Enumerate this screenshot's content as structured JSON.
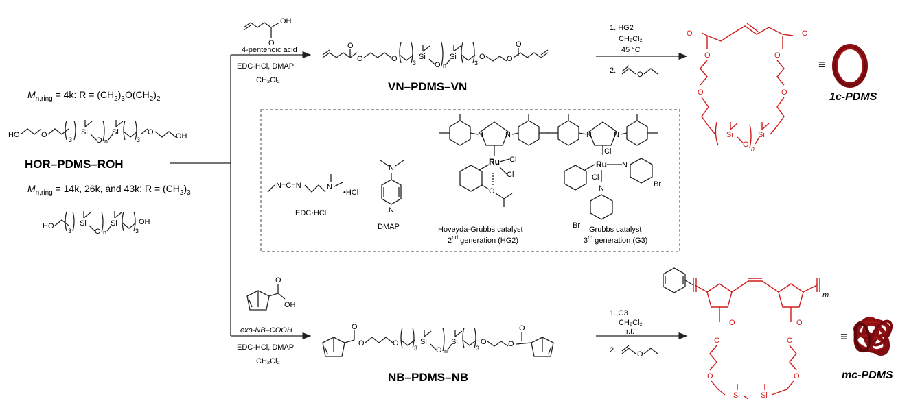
{
  "colors": {
    "ink": "#111111",
    "accent_red": "#d11a1a",
    "ring_dark": "#8a0e12",
    "ring_light": "#e12a2a",
    "box_dash": "#666666"
  },
  "left": {
    "line1": {
      "M": "M",
      "sub": "n,ring",
      "rest": " = 4k: R = (CH",
      "s1": "2",
      "mid": ")",
      "s2": "3",
      "o": "O(CH",
      "s3": "2",
      "end": ")",
      "s4": "2"
    },
    "compound": "HOR–PDMS–ROH",
    "line2": {
      "M": "M",
      "sub": "n,ring",
      "rest": " = 14k, 26k, and 43k: R = (CH",
      "s1": "2",
      "end": ")",
      "s2": "3"
    },
    "atoms": {
      "ho": "HO",
      "oh": "OH",
      "o": "O",
      "si": "Si",
      "n": "n",
      "three": "3"
    }
  },
  "top": {
    "reagent_name": "4-pentenoic acid",
    "reagent_oh": "OH",
    "reagent_o": "O",
    "conditions_1": "EDC·HCl,  DMAP",
    "conditions_2": "CH₂Cl₂",
    "product": "VN–PDMS–VN",
    "step1": "1. HG2",
    "step1_solvent": "CH₂Cl₂",
    "step1_temp": "45 °C",
    "step2": "2.",
    "ring_label": "1c-PDMS",
    "equiv": "≡"
  },
  "box": {
    "edc_label": "EDC·HCl",
    "edc_formula": "N=C=N",
    "edc_hcl": "•HCl",
    "dmap_label": "DMAP",
    "hg2_line1": "Hoveyda-Grubbs catalyst",
    "hg2_line2": "2nd generation (HG2)",
    "g3_line1": "Grubbs catalyst",
    "g3_line2": "3rd generation (G3)",
    "ru": "Ru",
    "cl": "Cl",
    "br": "Br",
    "n": "N",
    "o": "O"
  },
  "bottom": {
    "reagent_name": "exo-NB–COOH",
    "reagent_oh": "OH",
    "reagent_o": "O",
    "conditions_1": "EDC·HCl,  DMAP",
    "conditions_2": "CH₂Cl₂",
    "product": "NB–PDMS–NB",
    "step1": "1. G3",
    "step1_solvent": "CH₂Cl₂",
    "step1_temp": "r.t.",
    "step2": "2.",
    "ring_label": "mc-PDMS",
    "m": "m",
    "equiv": "≡"
  }
}
